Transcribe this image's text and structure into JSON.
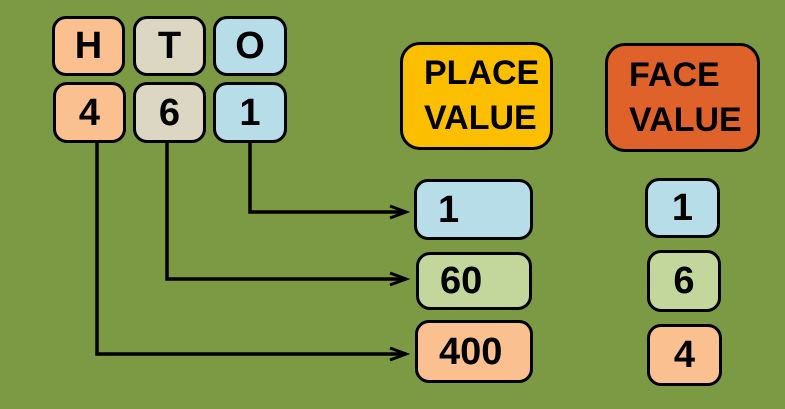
{
  "colors": {
    "background": "#7B9A43",
    "hundreds_box": "#FAC090",
    "tens_box": "#DBD7C2",
    "ones_box": "#B7DEE8",
    "tens_value_box": "#C3D69B",
    "place_value_header": "#FBBF00",
    "face_value_header": "#DE622A",
    "outline": "#000000",
    "text": "#000000"
  },
  "columns": [
    {
      "label": "H",
      "digit": "4"
    },
    {
      "label": "T",
      "digit": "6"
    },
    {
      "label": "O",
      "digit": "1"
    }
  ],
  "place_value": {
    "title_line1": "PLACE",
    "title_line2": "VALUE",
    "items": [
      "1",
      "60",
      "400"
    ]
  },
  "face_value": {
    "title_line1": "FACE",
    "title_line2": "VALUE",
    "items": [
      "1",
      "6",
      "4"
    ]
  }
}
